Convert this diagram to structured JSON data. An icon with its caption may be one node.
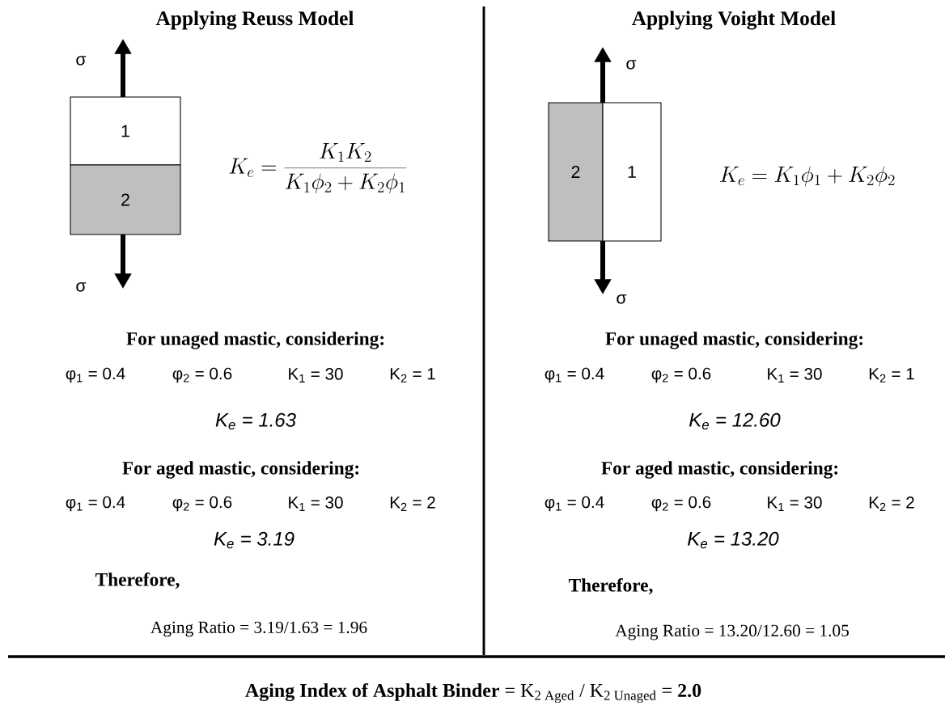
{
  "diagram": {
    "nodes": [
      {
        "text": [
          "1"
        ]
      },
      {
        "text": [
          "2"
        ]
      },
      {
        "text": [
          "2"
        ]
      },
      {
        "text": [
          "1"
        ]
      }
    ],
    "labels": [
      "Applying Reuss Model",
      "σ",
      "K_e = \\frac{K_1 K_2}{K_1\\phi_2 + K_2\\phi_1}",
      "σ",
      "For unaged mastic, considering:",
      "φ$_{1}$ = 0.4",
      "φ$_{2}$ = 0.6",
      "K$_{1}$ = 30",
      "K$_{2}$ = 1",
      "K$_{e}$ = 1.63",
      "For aged mastic, considering:",
      "φ$_{1}$ = 0.4",
      "φ$_{2}$ = 0.6",
      "K$_{1}$ = 30",
      "K$_{2}$ = 2",
      "K$_{e}$ = 3.19",
      "Therefore,",
      "Aging Ratio = 3.19/1.63 = 1.96",
      "Applying Voight Model",
      "σ",
      "K_e = K_1\\phi_1 + K_2\\phi_2",
      "σ",
      "For unaged mastic, considering:",
      "φ$_{1}$ = 0.4",
      "φ$_{2}$ = 0.6",
      "K$_{1}$ = 30",
      "K$_{2}$ = 1",
      "K$_{e}$ = 12.60",
      "For aged mastic, considering:",
      "φ$_{1}$ = 0.4",
      "φ$_{2}$ = 0.6",
      "K$_{1}$ = 30",
      "K$_{2}$ = 2",
      "K$_{e}$ = 13.20",
      "Therefore,",
      "Aging Ratio = 13.20/12.60 = 1.05",
      "**Aging Index of Asphalt Binder** = K$_{2 Aged}$ / K$_{2 Unaged}$ = **2.0**"
    ]
  }
}
